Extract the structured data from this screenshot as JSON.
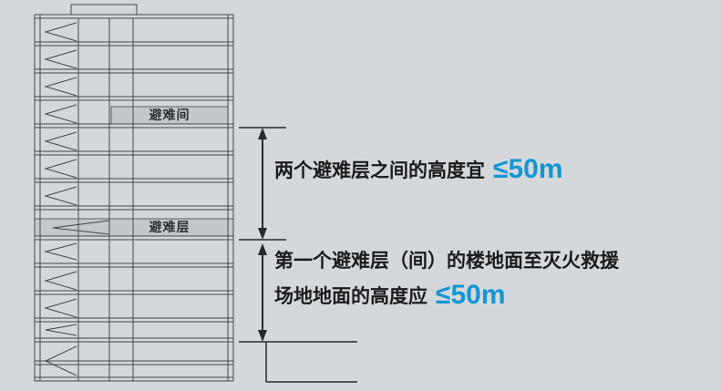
{
  "colors": {
    "background": "#d4d8db",
    "line": "#42474c",
    "band": "#c4c8cb",
    "band_border": "#595e62",
    "accent": "#1297d4",
    "text": "#1a1c1e"
  },
  "building": {
    "refuge_room_label": "避难间",
    "refuge_floor_label": "避难层"
  },
  "annotations": {
    "between_refuge_floors": {
      "text": "两个避难层之间的高度宜",
      "value": "≤50m"
    },
    "first_refuge_floor": {
      "line1": "第一个避难层（间）的楼地面至灭火救援",
      "line2": "场地地面的高度应",
      "value": "≤50m"
    }
  }
}
